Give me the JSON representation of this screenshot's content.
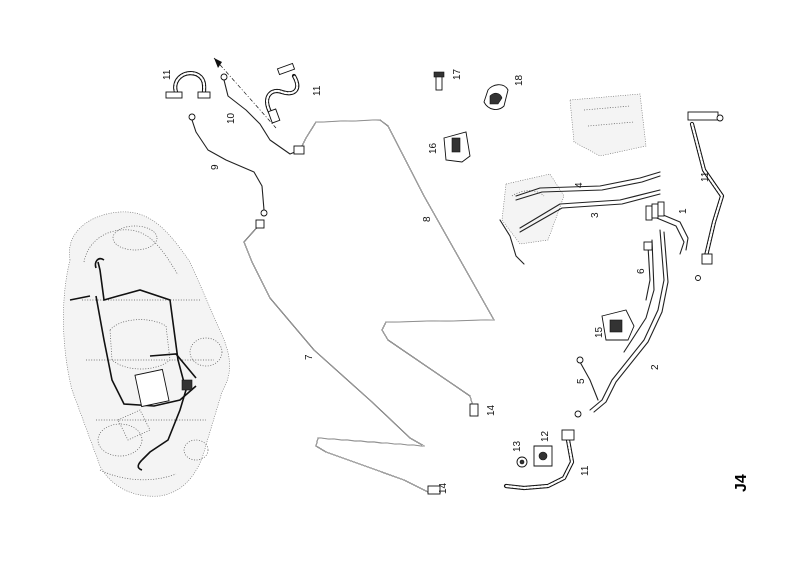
{
  "sheet_code": "J4",
  "callouts": [
    {
      "id": "c1",
      "text": "1"
    },
    {
      "id": "c2",
      "text": "2"
    },
    {
      "id": "c3",
      "text": "3"
    },
    {
      "id": "c4",
      "text": "4"
    },
    {
      "id": "c5",
      "text": "5"
    },
    {
      "id": "c6",
      "text": "6"
    },
    {
      "id": "c7",
      "text": "7"
    },
    {
      "id": "c8",
      "text": "8"
    },
    {
      "id": "c9",
      "text": "9"
    },
    {
      "id": "c10",
      "text": "10"
    },
    {
      "id": "c11a",
      "text": "11"
    },
    {
      "id": "c11b",
      "text": "11"
    },
    {
      "id": "c11c",
      "text": "11"
    },
    {
      "id": "c11d",
      "text": "11"
    },
    {
      "id": "c12",
      "text": "12"
    },
    {
      "id": "c13",
      "text": "13"
    },
    {
      "id": "c14a",
      "text": "14"
    },
    {
      "id": "c14b",
      "text": "14"
    },
    {
      "id": "c15",
      "text": "15"
    },
    {
      "id": "c16",
      "text": "16"
    },
    {
      "id": "c17",
      "text": "17"
    },
    {
      "id": "c18",
      "text": "18"
    }
  ]
}
